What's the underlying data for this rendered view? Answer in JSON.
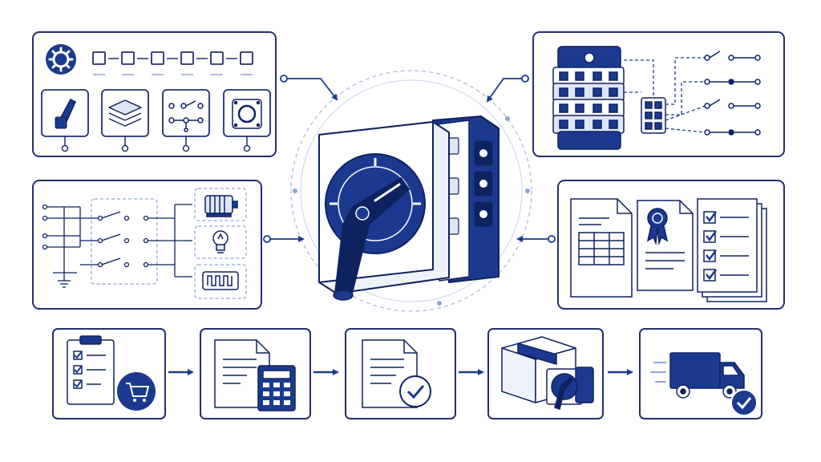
{
  "diagram": {
    "title": "",
    "colors": {
      "primary": "#1b3a8f",
      "dark": "#0f2260",
      "light": "#dfe6f5",
      "outline": "#23306b",
      "dashed": "#8fa6d6",
      "background": "#ffffff"
    },
    "center": {
      "component": "rotary-cam-switch"
    },
    "panels": [
      {
        "id": "configuration",
        "icons": [
          "gear-icon",
          "switch-handle-icon",
          "layers-icon",
          "contact-network-icon",
          "mounting-plate-icon"
        ],
        "code_slots": 6
      },
      {
        "id": "wiring-applications",
        "icons": [
          "motor-icon",
          "light-bulb-icon",
          "heater-icon",
          "ground-icon"
        ]
      },
      {
        "id": "contact-blocks",
        "icons": [
          "switch-stack-icon",
          "terminal-block-icon",
          "contact-icon"
        ]
      },
      {
        "id": "documentation",
        "icons": [
          "spreadsheet-document-icon",
          "certificate-icon",
          "checklist-document-icon"
        ]
      }
    ],
    "process_steps": [
      {
        "id": "order",
        "icons": [
          "clipboard-checklist-icon",
          "shopping-cart-icon"
        ]
      },
      {
        "id": "quote",
        "icons": [
          "document-icon",
          "calculator-icon"
        ]
      },
      {
        "id": "approval",
        "icons": [
          "document-icon",
          "check-badge-icon"
        ]
      },
      {
        "id": "packaging",
        "icons": [
          "box-icon",
          "switch-icon"
        ]
      },
      {
        "id": "delivery",
        "icons": [
          "delivery-truck-icon",
          "check-badge-icon"
        ]
      }
    ]
  }
}
